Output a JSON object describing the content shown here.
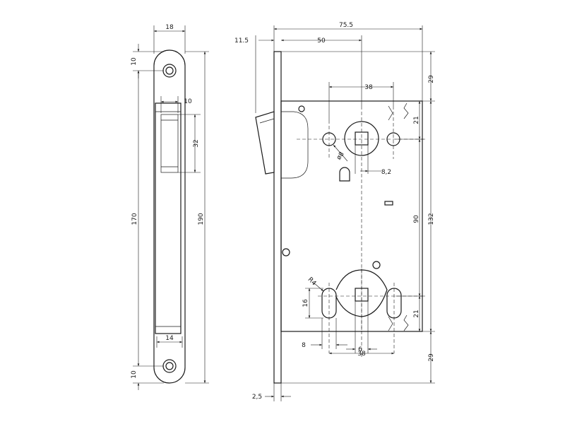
{
  "dimensions": {
    "faceplate_width": "18",
    "faceplate_top_margin": "10",
    "faceplate_bottom_margin": "10",
    "latch_width": "10",
    "latch_height": "32",
    "screw_span": "170",
    "faceplate_length": "190",
    "bottom_slot_width": "14",
    "lever_offset": "11.5",
    "case_depth": "75.5",
    "backset": "50",
    "handle_spacing": "38",
    "hole_diameter": "ø8",
    "spindle_size": "8,2",
    "top_offset": "29",
    "screw_offset_top": "21",
    "center_distance": "90",
    "case_height": "132",
    "screw_offset_bottom": "21",
    "bottom_offset": "29",
    "slot_radius": "R4",
    "slot_length": "16",
    "slot_width": "8",
    "square_size": "6",
    "bottom_spacing": "38",
    "plate_thickness": "2,5"
  }
}
